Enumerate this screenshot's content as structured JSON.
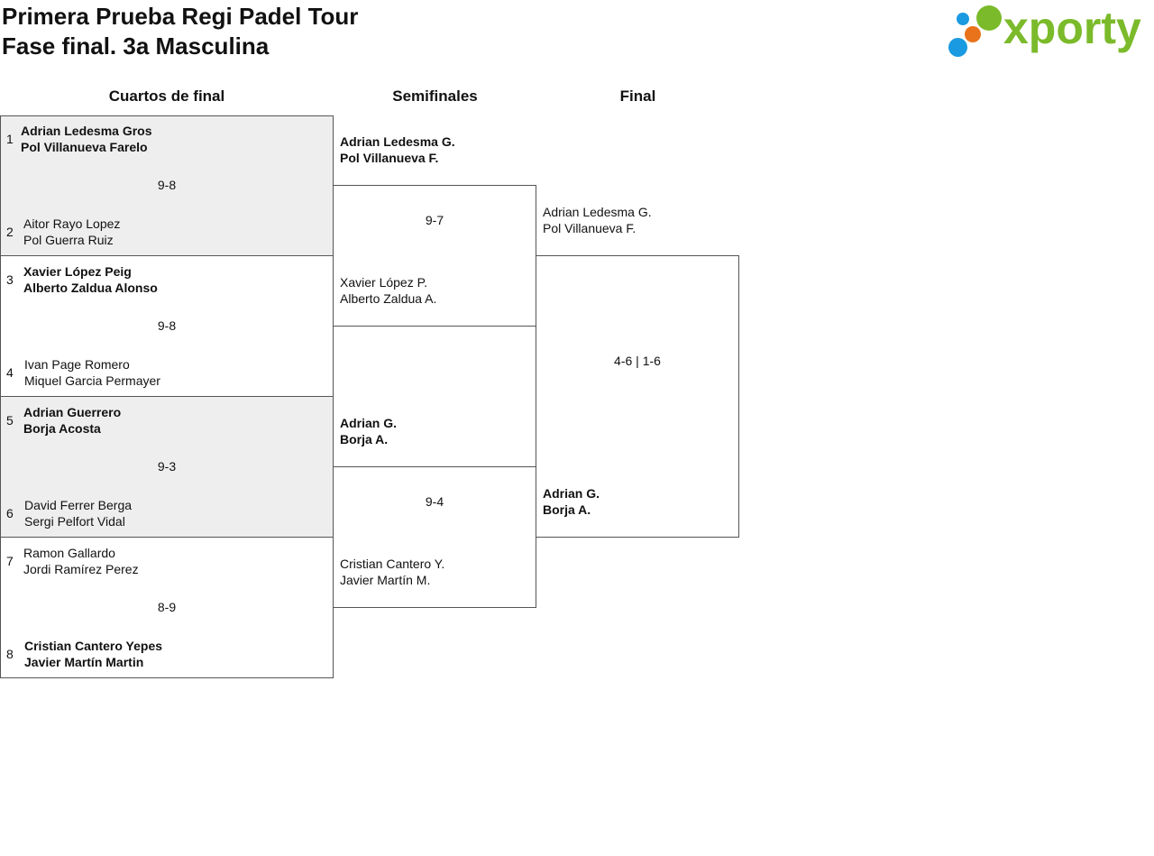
{
  "header": {
    "title_line1": "Primera Prueba Regi Padel Tour",
    "title_line2": "Fase final. 3a Masculina",
    "logo_text": "xporty",
    "logo_colors": {
      "text": "#7bba2a",
      "blue": "#1a9ae0",
      "orange": "#e8731b",
      "green": "#7bba2a"
    }
  },
  "rounds": {
    "quarterfinals": "Cuartos de final",
    "semifinals": "Semifinales",
    "final": "Final"
  },
  "quarterfinals": [
    {
      "top": {
        "seed": "1",
        "player1": "Adrian Ledesma Gros",
        "player2": "Pol Villanueva Farelo",
        "winner": true
      },
      "bottom": {
        "seed": "2",
        "player1": "Aitor Rayo Lopez",
        "player2": "Pol Guerra Ruiz",
        "winner": false
      },
      "score": "9-8"
    },
    {
      "top": {
        "seed": "3",
        "player1": "Xavier López Peig",
        "player2": "Alberto Zaldua Alonso",
        "winner": true
      },
      "bottom": {
        "seed": "4",
        "player1": "Ivan Page Romero",
        "player2": "Miquel Garcia Permayer",
        "winner": false
      },
      "score": "9-8"
    },
    {
      "top": {
        "seed": "5",
        "player1": "Adrian Guerrero",
        "player2": "Borja Acosta",
        "winner": true
      },
      "bottom": {
        "seed": "6",
        "player1": "David Ferrer Berga",
        "player2": "Sergi Pelfort Vidal",
        "winner": false
      },
      "score": "9-3"
    },
    {
      "top": {
        "seed": "7",
        "player1": "Ramon Gallardo",
        "player2": "Jordi Ramírez Perez",
        "winner": false
      },
      "bottom": {
        "seed": "8",
        "player1": "Cristian Cantero Yepes",
        "player2": "Javier Martín Martin",
        "winner": true
      },
      "score": "8-9"
    }
  ],
  "semifinals": [
    {
      "top": {
        "player1": "Adrian Ledesma G.",
        "player2": "Pol Villanueva F.",
        "winner": true
      },
      "bottom": {
        "player1": "Xavier López P.",
        "player2": "Alberto Zaldua A.",
        "winner": false
      },
      "score": "9-7"
    },
    {
      "top": {
        "player1": "Adrian G.",
        "player2": "Borja A.",
        "winner": true
      },
      "bottom": {
        "player1": "Cristian Cantero Y.",
        "player2": "Javier Martín M.",
        "winner": false
      },
      "score": "9-4"
    }
  ],
  "final": {
    "top": {
      "player1": "Adrian Ledesma G.",
      "player2": "Pol Villanueva F.",
      "winner": false
    },
    "bottom": {
      "player1": "Adrian G.",
      "player2": "Borja A.",
      "winner": true
    },
    "score": "4-6 | 1-6"
  }
}
